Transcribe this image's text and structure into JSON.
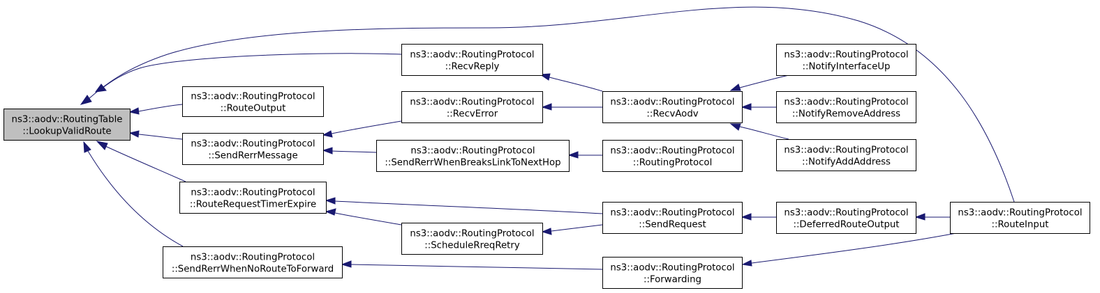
{
  "diagram": {
    "type": "call-graph",
    "colors": {
      "edge": "#191970",
      "root_fill": "#bfbfbf",
      "node_fill": "#ffffff",
      "node_border": "#000000"
    },
    "nodes": [
      {
        "id": "lookup",
        "line1": "ns3::aodv::RoutingTable",
        "line2": "::LookupValidRoute",
        "highlighted": true
      },
      {
        "id": "recvreply",
        "line1": "ns3::aodv::RoutingProtocol",
        "line2": "::RecvReply"
      },
      {
        "id": "routeoutput",
        "line1": "ns3::aodv::RoutingProtocol",
        "line2": "::RouteOutput"
      },
      {
        "id": "recverror",
        "line1": "ns3::aodv::RoutingProtocol",
        "line2": "::RecvError"
      },
      {
        "id": "sendrerrmsg",
        "line1": "ns3::aodv::RoutingProtocol",
        "line2": "::SendRerrMessage"
      },
      {
        "id": "sendrerrbreaks",
        "line1": "ns3::aodv::RoutingProtocol",
        "line2": "::SendRerrWhenBreaksLinkToNextHop"
      },
      {
        "id": "rrtimer",
        "line1": "ns3::aodv::RoutingProtocol",
        "line2": "::RouteRequestTimerExpire"
      },
      {
        "id": "schedrreq",
        "line1": "ns3::aodv::RoutingProtocol",
        "line2": "::ScheduleRreqRetry"
      },
      {
        "id": "sendrerrnoroute",
        "line1": "ns3::aodv::RoutingProtocol",
        "line2": "::SendRerrWhenNoRouteToForward"
      },
      {
        "id": "recvaodv",
        "line1": "ns3::aodv::RoutingProtocol",
        "line2": "::RecvAodv"
      },
      {
        "id": "routingprotocol",
        "line1": "ns3::aodv::RoutingProtocol",
        "line2": "::RoutingProtocol"
      },
      {
        "id": "sendrequest",
        "line1": "ns3::aodv::RoutingProtocol",
        "line2": "::SendRequest"
      },
      {
        "id": "forwarding",
        "line1": "ns3::aodv::RoutingProtocol",
        "line2": "::Forwarding"
      },
      {
        "id": "notifyup",
        "line1": "ns3::aodv::RoutingProtocol",
        "line2": "::NotifyInterfaceUp"
      },
      {
        "id": "notifyremove",
        "line1": "ns3::aodv::RoutingProtocol",
        "line2": "::NotifyRemoveAddress"
      },
      {
        "id": "notifyadd",
        "line1": "ns3::aodv::RoutingProtocol",
        "line2": "::NotifyAddAddress"
      },
      {
        "id": "deferred",
        "line1": "ns3::aodv::RoutingProtocol",
        "line2": "::DeferredRouteOutput"
      },
      {
        "id": "routeinput",
        "line1": "ns3::aodv::RoutingProtocol",
        "line2": "::RouteInput"
      }
    ],
    "edges": [
      {
        "from": "routeinput",
        "to": "lookup"
      },
      {
        "from": "recvreply",
        "to": "lookup"
      },
      {
        "from": "routeoutput",
        "to": "lookup"
      },
      {
        "from": "sendrerrmsg",
        "to": "lookup"
      },
      {
        "from": "rrtimer",
        "to": "lookup"
      },
      {
        "from": "sendrerrnoroute",
        "to": "lookup"
      },
      {
        "from": "recvaodv",
        "to": "recvreply"
      },
      {
        "from": "recverror",
        "to": "sendrerrmsg"
      },
      {
        "from": "sendrerrbreaks",
        "to": "sendrerrmsg"
      },
      {
        "from": "sendrequest",
        "to": "rrtimer"
      },
      {
        "from": "schedrreq",
        "to": "rrtimer"
      },
      {
        "from": "forwarding",
        "to": "sendrerrnoroute"
      },
      {
        "from": "recvaodv",
        "to": "recverror"
      },
      {
        "from": "routingprotocol",
        "to": "sendrerrbreaks"
      },
      {
        "from": "sendrequest",
        "to": "schedrreq"
      },
      {
        "from": "notifyup",
        "to": "recvaodv"
      },
      {
        "from": "notifyremove",
        "to": "recvaodv"
      },
      {
        "from": "notifyadd",
        "to": "recvaodv"
      },
      {
        "from": "deferred",
        "to": "sendrequest"
      },
      {
        "from": "routeinput",
        "to": "deferred"
      },
      {
        "from": "routeinput",
        "to": "forwarding"
      }
    ]
  }
}
